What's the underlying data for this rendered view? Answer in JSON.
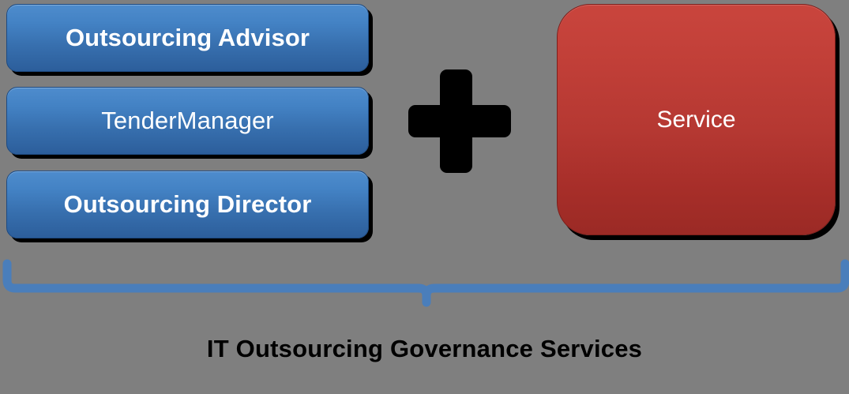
{
  "diagram": {
    "background_color": "#7f7f7f",
    "roles": {
      "items": [
        {
          "label": "Outsourcing Advisor"
        },
        {
          "label": "TenderManager"
        },
        {
          "label": "Outsourcing Director"
        }
      ],
      "fill_top_color": "#4e8ccd",
      "fill_bottom_color": "#2c5e9b",
      "text_color": "#ffffff"
    },
    "operator": {
      "symbol": "plus",
      "color": "#000000"
    },
    "service": {
      "label": "Service",
      "fill_top_color": "#c9453d",
      "fill_bottom_color": "#9b2a25",
      "text_color": "#ffffff"
    },
    "bracket": {
      "color": "#4a7ebb",
      "orientation": "bottom"
    },
    "caption": {
      "text": "IT Outsourcing Governance Services",
      "color": "#000000"
    }
  }
}
